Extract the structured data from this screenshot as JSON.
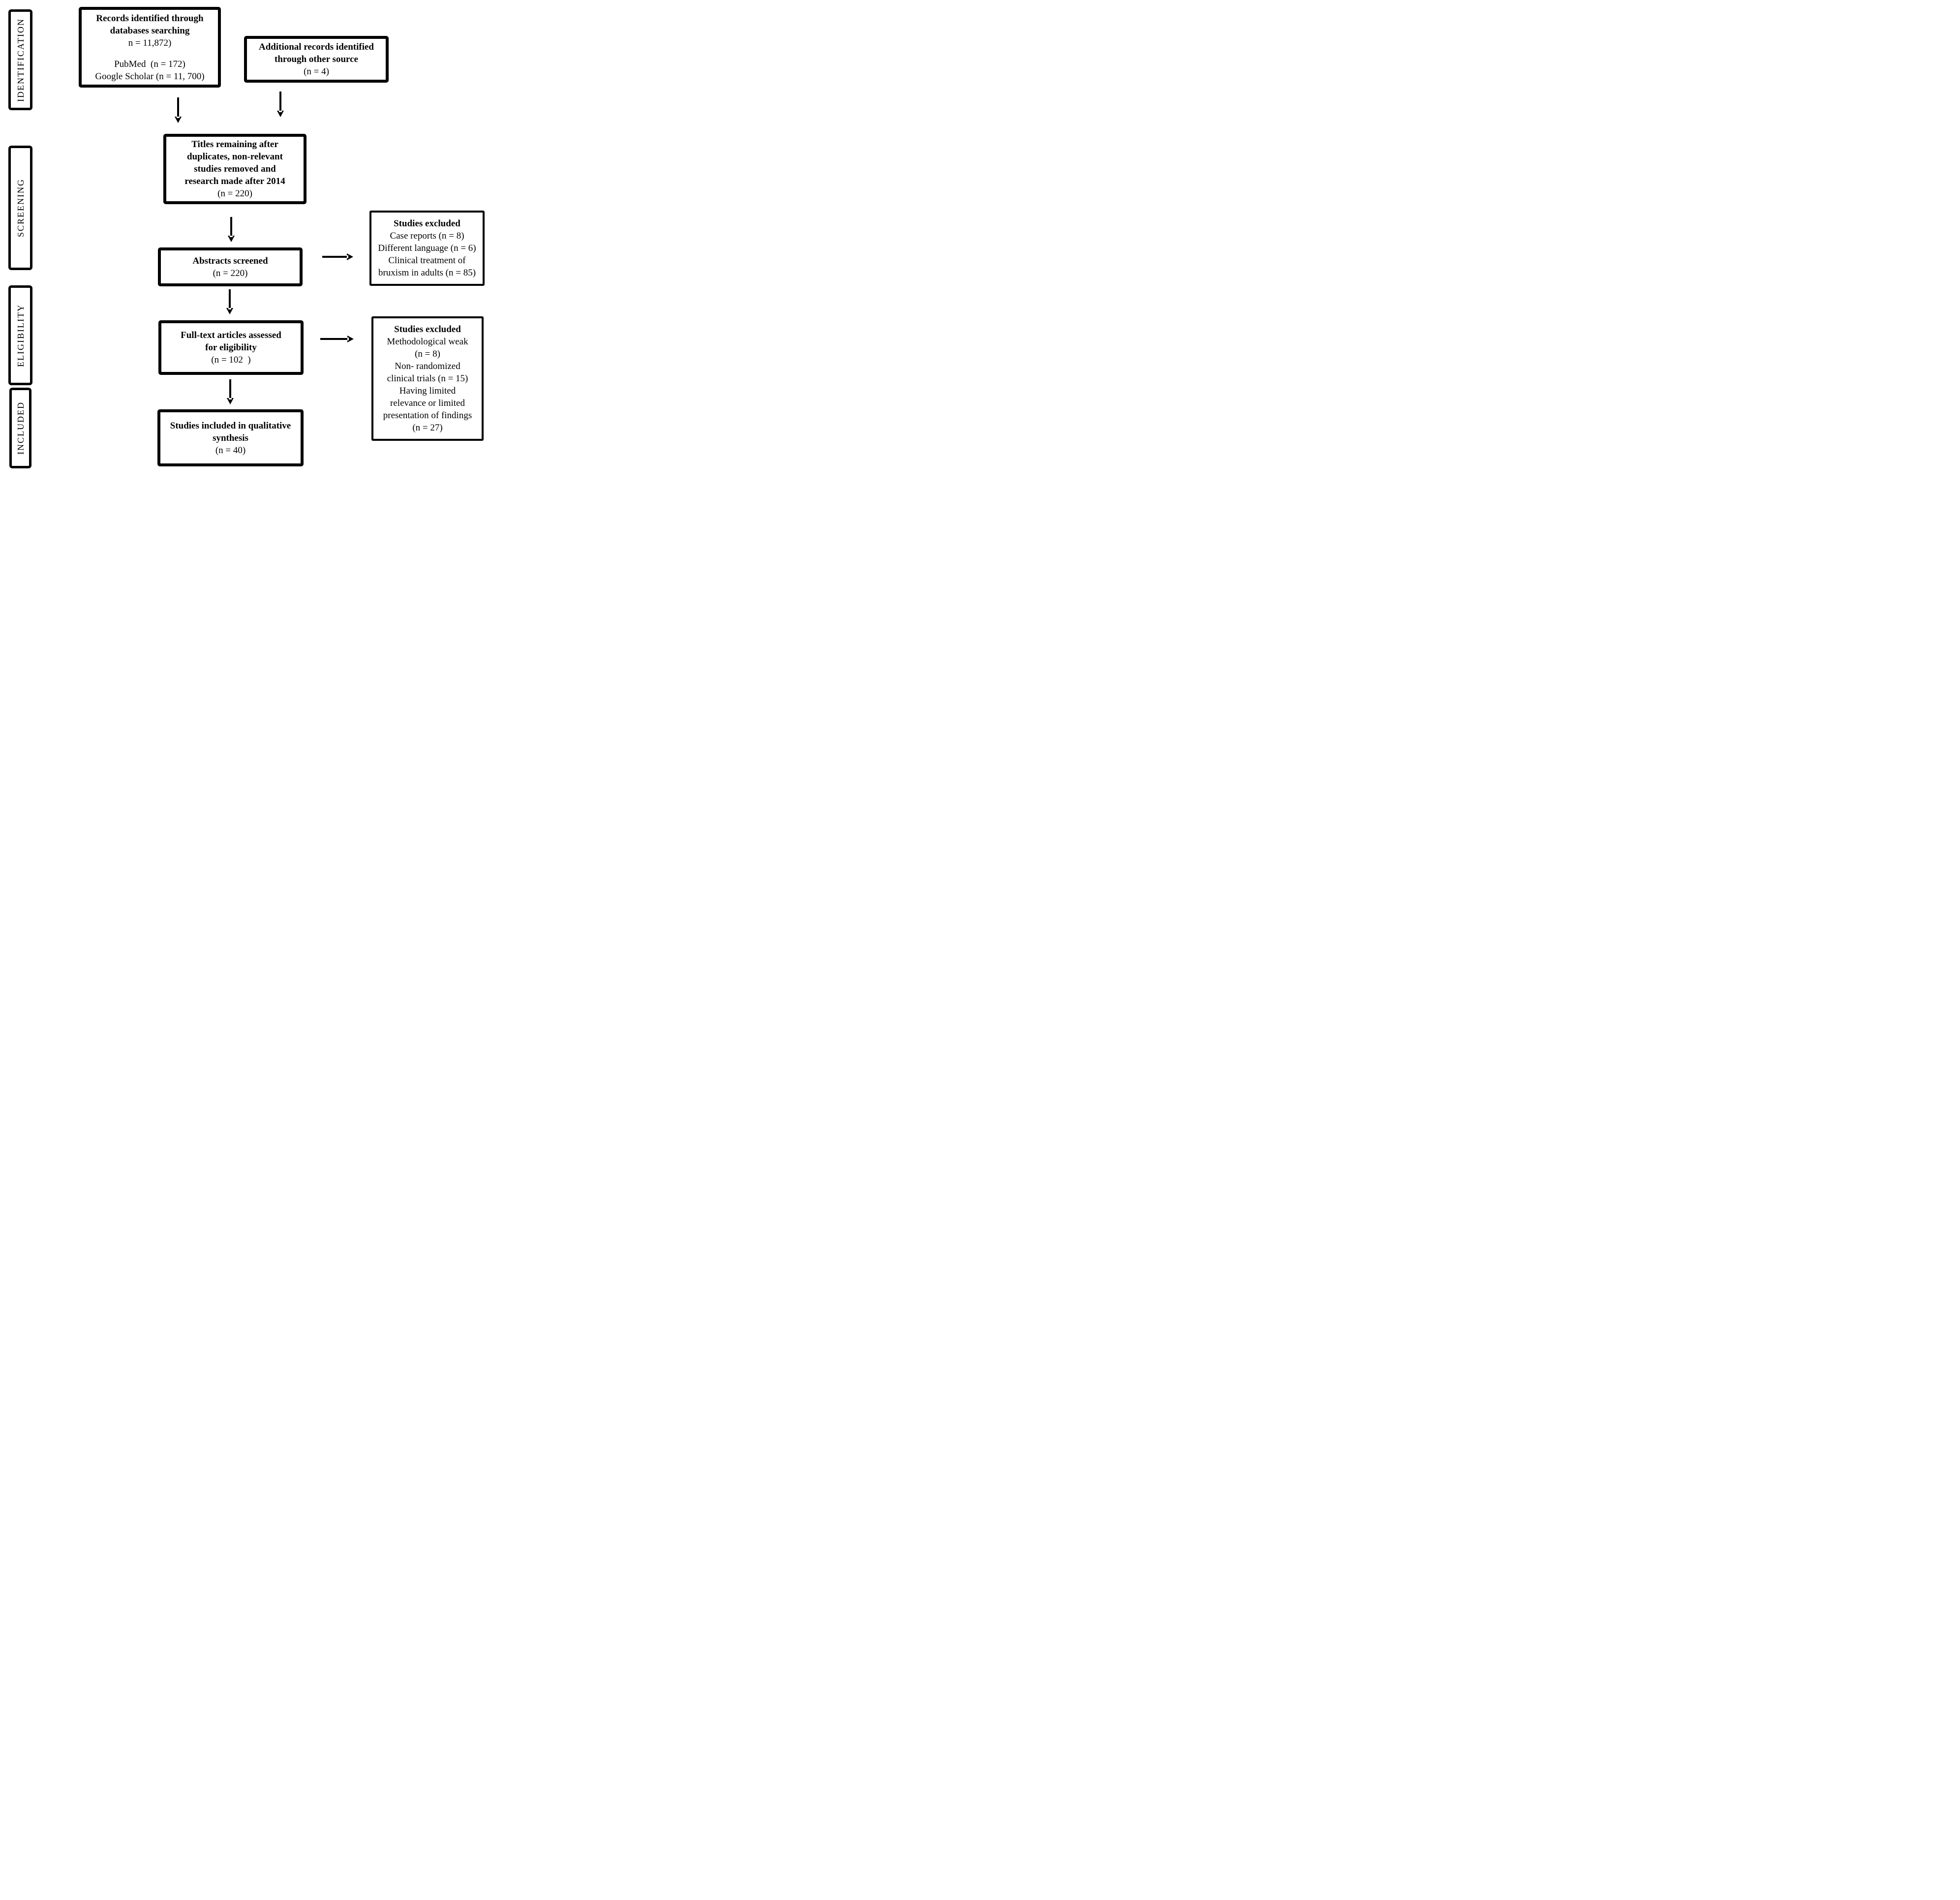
{
  "colors": {
    "ink": "#000000",
    "background": "#ffffff"
  },
  "stages": [
    {
      "id": "identification",
      "label": "IDENTIFICATION"
    },
    {
      "id": "screening",
      "label": "SCREENING"
    },
    {
      "id": "eligibility",
      "label": "ELIGIBILITY"
    },
    {
      "id": "included",
      "label": "INCLUDED"
    }
  ],
  "boxes": {
    "records": {
      "title": "Records identified through\ndatabases searching",
      "n": "n = 11,872)",
      "sources": [
        "PubMed  (n = 172)",
        "Google Scholar (n = 11, 700)"
      ]
    },
    "additional": {
      "title": "Additional records identified\nthrough other source",
      "n": "(n = 4)"
    },
    "titles": {
      "title": "Titles remaining after\nduplicates, non-relevant\nstudies removed and\nresearch made after 2014",
      "n": "(n = 220)"
    },
    "abstracts": {
      "title": "Abstracts screened",
      "n": "(n = 220)"
    },
    "fulltext": {
      "title": "Full-text articles assessed\nfor eligibility",
      "n": "(n = 102  )"
    },
    "included": {
      "title": "Studies included in qualitative\nsynthesis",
      "n": "(n = 40)"
    },
    "excluded_screening": {
      "title": "Studies excluded",
      "lines": [
        "Case reports (n = 8)",
        "Different language (n = 6)",
        "Clinical treatment of\nbruxism in adults (n = 85)"
      ]
    },
    "excluded_eligibility": {
      "title": "Studies excluded",
      "lines": [
        "Methodological weak\n(n = 8)",
        "Non- randomized\nclinical trials (n = 15)",
        "Having limited\nrelevance or limited\npresentation of findings\n(n = 27)"
      ]
    }
  }
}
